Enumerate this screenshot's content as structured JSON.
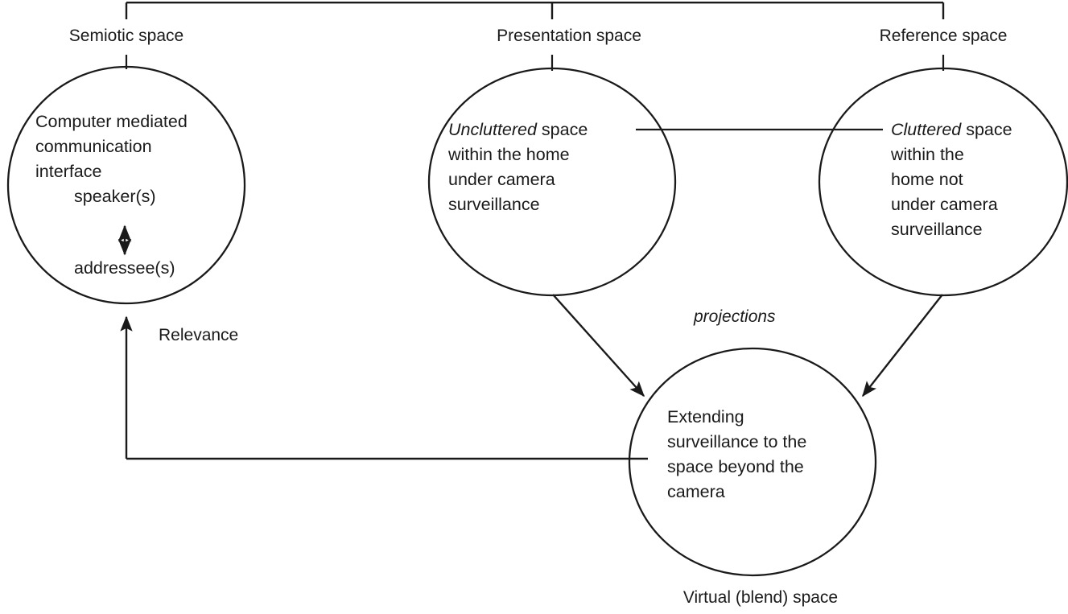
{
  "diagram": {
    "title_labels": {
      "semiotic": "Semiotic space",
      "presentation": "Presentation space",
      "reference": "Reference space",
      "blend": "Virtual (blend) space"
    },
    "spaces": {
      "semiotic": {
        "line1": "Computer mediated",
        "line2": "communication",
        "line3": "interface",
        "speaker": "speaker(s)",
        "addressee": "addressee(s)"
      },
      "presentation": {
        "emphasis": "Uncluttered",
        "rest_line1": " space",
        "line2": "within the home",
        "line3": "under camera",
        "line4": "surveillance"
      },
      "reference": {
        "emphasis": "Cluttered",
        "rest_line1": " space",
        "line2": "within the",
        "line3": "home not",
        "line4": "under camera",
        "line5": "surveillance"
      },
      "blend": {
        "line1": "Extending",
        "line2": "surveillance to the",
        "line3": "space beyond the",
        "line4": "camera"
      }
    },
    "edge_labels": {
      "relevance": "Relevance",
      "projections": "projections"
    },
    "colors": {
      "stroke": "#1a1a1a",
      "text": "#1a1a1a",
      "background": "#ffffff"
    }
  }
}
